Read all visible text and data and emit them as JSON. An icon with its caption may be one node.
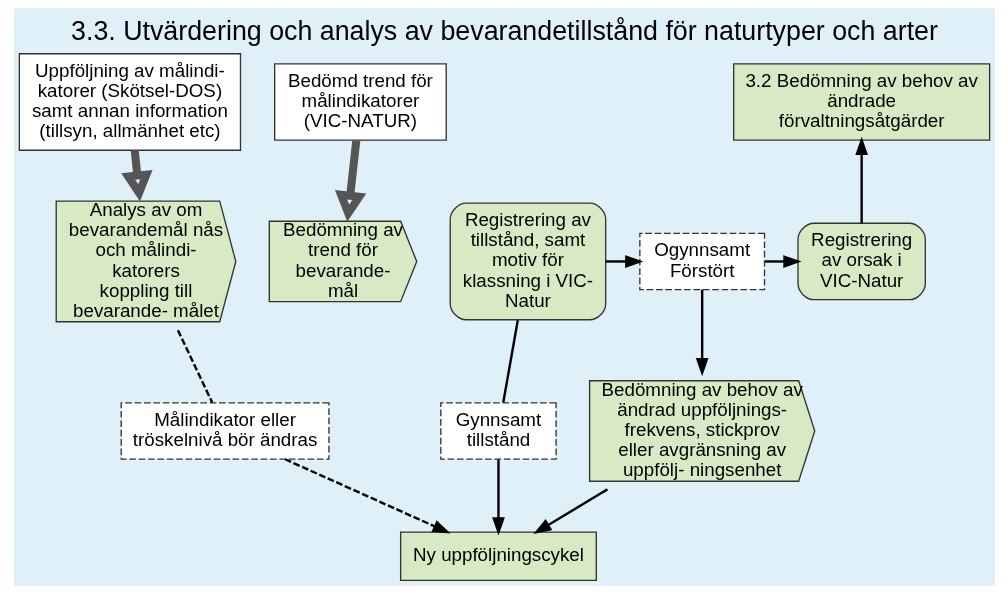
{
  "diagram": {
    "title": "3.3. Utvärdering och analys av bevarandetillstånd för naturtyper och arter",
    "nodes": [
      {
        "text": [
          "Uppföljning av målindi- katorer (Skötsel-DOS) samt annan information (tillsyn, allmänhet etc)"
        ]
      },
      {
        "text": [
          "Bedömd trend för målindikatorer (VIC-NATUR)"
        ]
      },
      {
        "text": [
          "Analys av om bevarandemål nås och målindi- katorers koppling till bevarande- målet"
        ]
      },
      {
        "text": [
          "Bedömning av trend för bevarande- mål"
        ]
      },
      {
        "text": [
          "Registrering av tillstånd, samt motiv för klassning i VIC- Natur"
        ]
      },
      {
        "text": [
          "Ogynnsamt Förstört"
        ]
      },
      {
        "text": [
          "Registrering av orsak i VIC-Natur"
        ]
      },
      {
        "text": [
          "3.2 Bedömning av behov av ändrade förvaltningsåtgärder"
        ]
      },
      {
        "text": [
          "Bedömning av behov av ändrad uppföljnings- frekvens, stickprov eller avgränsning av uppfölj- ningsenhet"
        ]
      },
      {
        "text": [
          "Gynnsamt tillstånd"
        ]
      },
      {
        "text": [
          "Målindikator eller tröskelnivå bör ändras"
        ]
      },
      {
        "text": [
          "Ny uppföljningscykel"
        ]
      }
    ],
    "edges": [
      {
        "from": 0,
        "to": 2,
        "arrow": "to",
        "style": "thick"
      },
      {
        "from": 1,
        "to": 3,
        "arrow": "to",
        "style": "thick"
      },
      {
        "from": 4,
        "to": 5,
        "arrow": "to"
      },
      {
        "from": 5,
        "to": 6,
        "arrow": "to"
      },
      {
        "from": 6,
        "to": 7,
        "arrow": "to"
      },
      {
        "from": 5,
        "to": 8,
        "arrow": "to"
      },
      {
        "from": 4,
        "to": 9,
        "arrow": "none"
      },
      {
        "from": 9,
        "to": 11,
        "arrow": "to"
      },
      {
        "from": 2,
        "to": 10,
        "arrow": "none",
        "style": "dashed"
      },
      {
        "from": 10,
        "to": 11,
        "arrow": "to",
        "style": "dashed"
      },
      {
        "from": 8,
        "to": 11,
        "arrow": "to"
      }
    ]
  }
}
